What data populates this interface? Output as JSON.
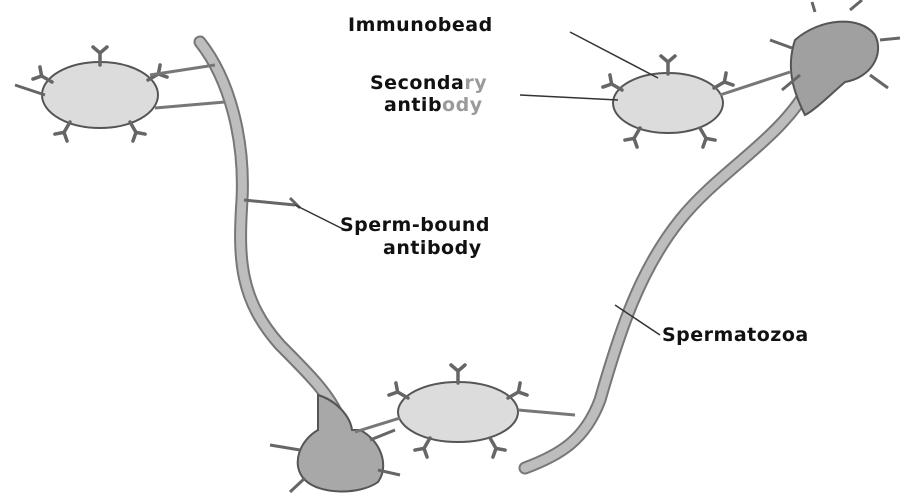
{
  "labels": {
    "immunobead": "Immunobead",
    "secondary_antibody_1a": "Second",
    "secondary_antibody_1b": "a",
    "secondary_antibody_1c": "ry",
    "secondary_antibody_2a": "antib",
    "secondary_antibody_2b": "ody",
    "sperm_bound_1": "Sperm-bound",
    "sperm_bound_2": "antibody",
    "spermatozoa": "Spermatozoa"
  },
  "colors": {
    "cell_fill": "#b5b5b5",
    "bead_fill": "#dcdcdc",
    "outline": "#555555",
    "antibody": "#666666",
    "leader": "#333333"
  }
}
